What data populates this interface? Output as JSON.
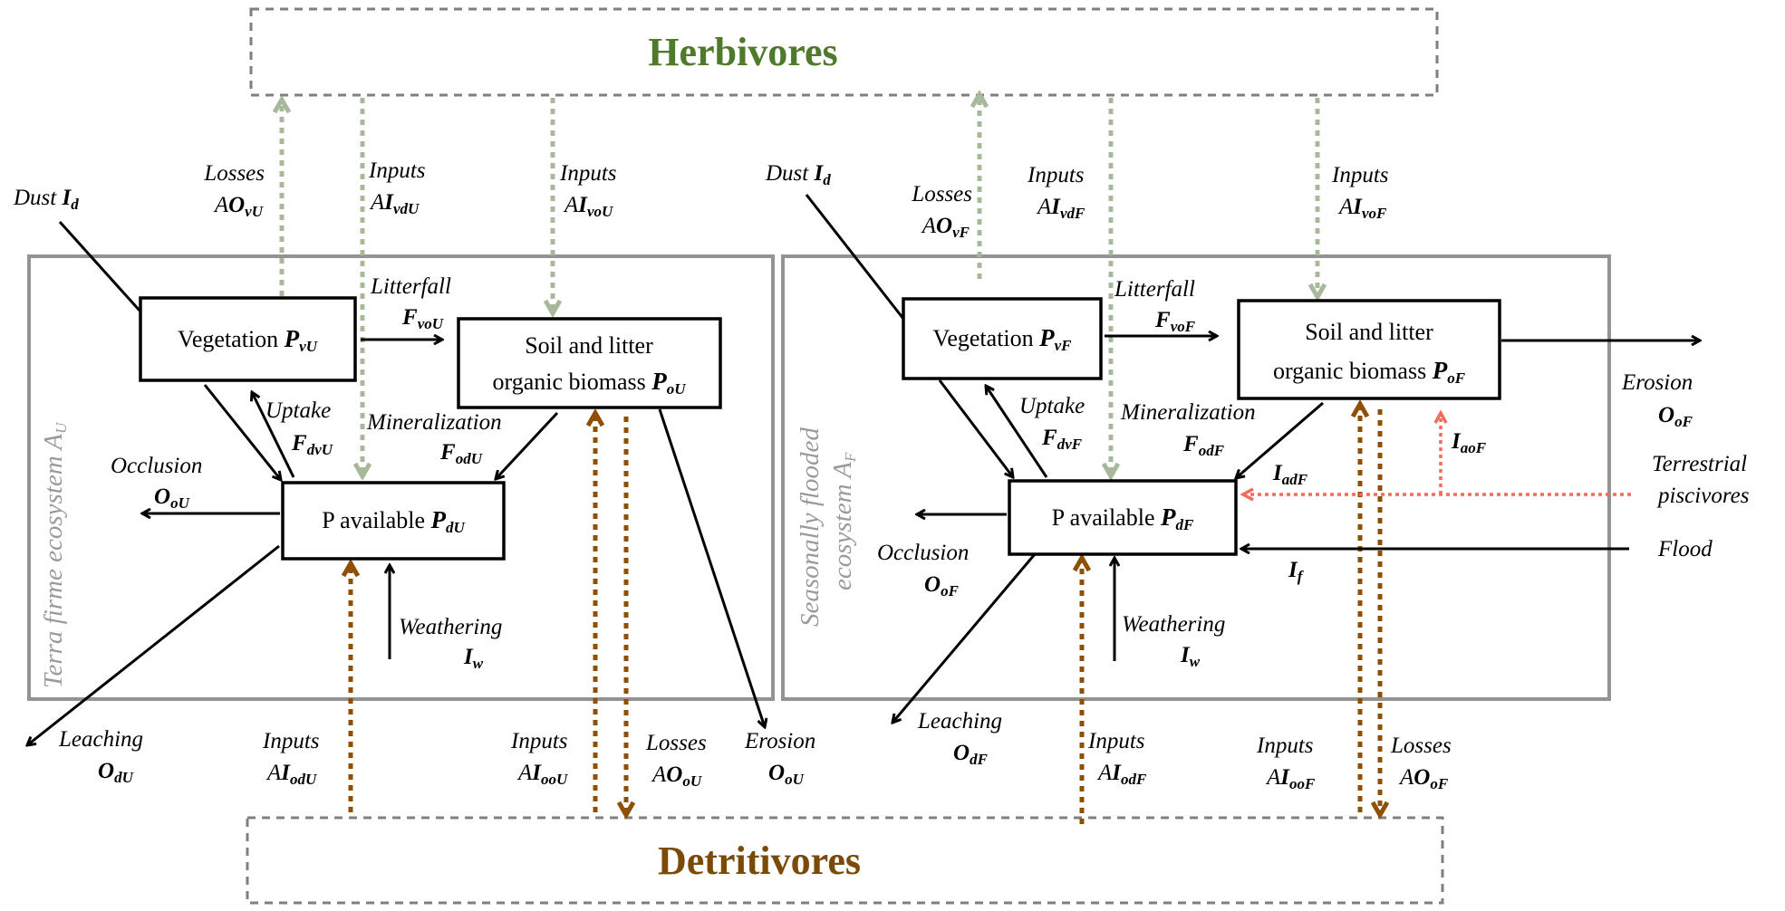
{
  "colors": {
    "herbivores": "#507a2b",
    "detritivores": "#7a4a06",
    "herbivore_flux": "#a8b89a",
    "detritivore_flux": "#8f4f00",
    "piscivore_flux": "#f26b5b",
    "ecosystem_border": "#939393"
  },
  "trophic": {
    "herbivores": "Herbivores",
    "detritivores": "Detritivores"
  },
  "ecosystems": {
    "terra_firme": {
      "label": "Terra firme ecosystem A",
      "sub": "U"
    },
    "flooded": {
      "line1": "Seasonally flooded",
      "line2": "ecosystem A",
      "sub": "F"
    }
  },
  "pools": {
    "veg_u": {
      "label": "Vegetation ",
      "sym": "P",
      "sub": "vU"
    },
    "soil_u": {
      "line1": "Soil and litter",
      "label": "organic biomass ",
      "sym": "P",
      "sub": "oU"
    },
    "pav_u": {
      "label": "P available ",
      "sym": "P",
      "sub": "dU"
    },
    "veg_f": {
      "label": "Vegetation ",
      "sym": "P",
      "sub": "vF"
    },
    "soil_f": {
      "line1": "Soil and litter",
      "label": "organic biomass ",
      "sym": "P",
      "sub": "oF"
    },
    "pav_f": {
      "label": "P available ",
      "sym": "P",
      "sub": "dF"
    }
  },
  "flux_labels": {
    "dust_u": {
      "name": "Dust ",
      "sym": "I",
      "sub": "d"
    },
    "losses_avu": {
      "name": "Losses",
      "pre": "A",
      "sym": "O",
      "sub": "vU"
    },
    "inputs_aivdu": {
      "name": "Inputs",
      "pre": "A",
      "sym": "I",
      "sub": "vdU"
    },
    "inputs_aivou": {
      "name": "Inputs",
      "pre": "A",
      "sym": "I",
      "sub": "voU"
    },
    "litterfall_u": {
      "name": "Litterfall",
      "sym": "F",
      "sub": "voU"
    },
    "uptake_u": {
      "name": "Uptake",
      "sym": "F",
      "sub": "dvU"
    },
    "mineral_u": {
      "name": "Mineralization",
      "sym": "F",
      "sub": "odU"
    },
    "occlusion_u": {
      "name": "Occlusion",
      "sym": "O",
      "sub": "oU"
    },
    "weathering_u": {
      "name": "Weathering",
      "sym": "I",
      "sub": "w"
    },
    "leaching_u": {
      "name": "Leaching",
      "sym": "O",
      "sub": "dU"
    },
    "inputs_aiodu": {
      "name": "Inputs",
      "pre": "A",
      "sym": "I",
      "sub": "odU"
    },
    "inputs_aioou": {
      "name": "Inputs",
      "pre": "A",
      "sym": "I",
      "sub": "ooU"
    },
    "losses_aoou": {
      "name": "Losses",
      "pre": "A",
      "sym": "O",
      "sub": "oU"
    },
    "erosion_u": {
      "name": "Erosion",
      "sym": "O",
      "sub": "oU"
    },
    "dust_f": {
      "name": "Dust ",
      "sym": "I",
      "sub": "d"
    },
    "losses_aovf": {
      "name": "Losses",
      "pre": "A",
      "sym": "O",
      "sub": "vF"
    },
    "inputs_aivdf": {
      "name": "Inputs",
      "pre": "A",
      "sym": "I",
      "sub": "vdF"
    },
    "inputs_aivof": {
      "name": "Inputs",
      "pre": "A",
      "sym": "I",
      "sub": "voF"
    },
    "litterfall_f": {
      "name": "Litterfall",
      "sym": "F",
      "sub": "voF"
    },
    "uptake_f": {
      "name": "Uptake",
      "sym": "F",
      "sub": "dvF"
    },
    "mineral_f": {
      "name": "Mineralization",
      "sym": "F",
      "sub": "odF"
    },
    "occlusion_f": {
      "name": "Occlusion",
      "sym": "O",
      "sub": "oF"
    },
    "weathering_f": {
      "name": "Weathering",
      "sym": "I",
      "sub": "w"
    },
    "leaching_f": {
      "name": "Leaching",
      "sym": "O",
      "sub": "dF"
    },
    "inputs_aiodf": {
      "name": "Inputs",
      "pre": "A",
      "sym": "I",
      "sub": "odF"
    },
    "inputs_aioof": {
      "name": "Inputs",
      "pre": "A",
      "sym": "I",
      "sub": "ooF"
    },
    "losses_aoof": {
      "name": "Losses",
      "pre": "A",
      "sym": "O",
      "sub": "oF"
    },
    "erosion_f": {
      "name": "Erosion",
      "sym": "O",
      "sub": "oF"
    },
    "iaof": {
      "sym": "I",
      "sub": "aoF"
    },
    "iadf": {
      "sym": "I",
      "sub": "adF"
    },
    "if": {
      "sym": "I",
      "sub": "f"
    },
    "piscivores": {
      "line1": "Terrestrial",
      "line2": "piscivores"
    },
    "flood": {
      "name": "Flood"
    }
  }
}
